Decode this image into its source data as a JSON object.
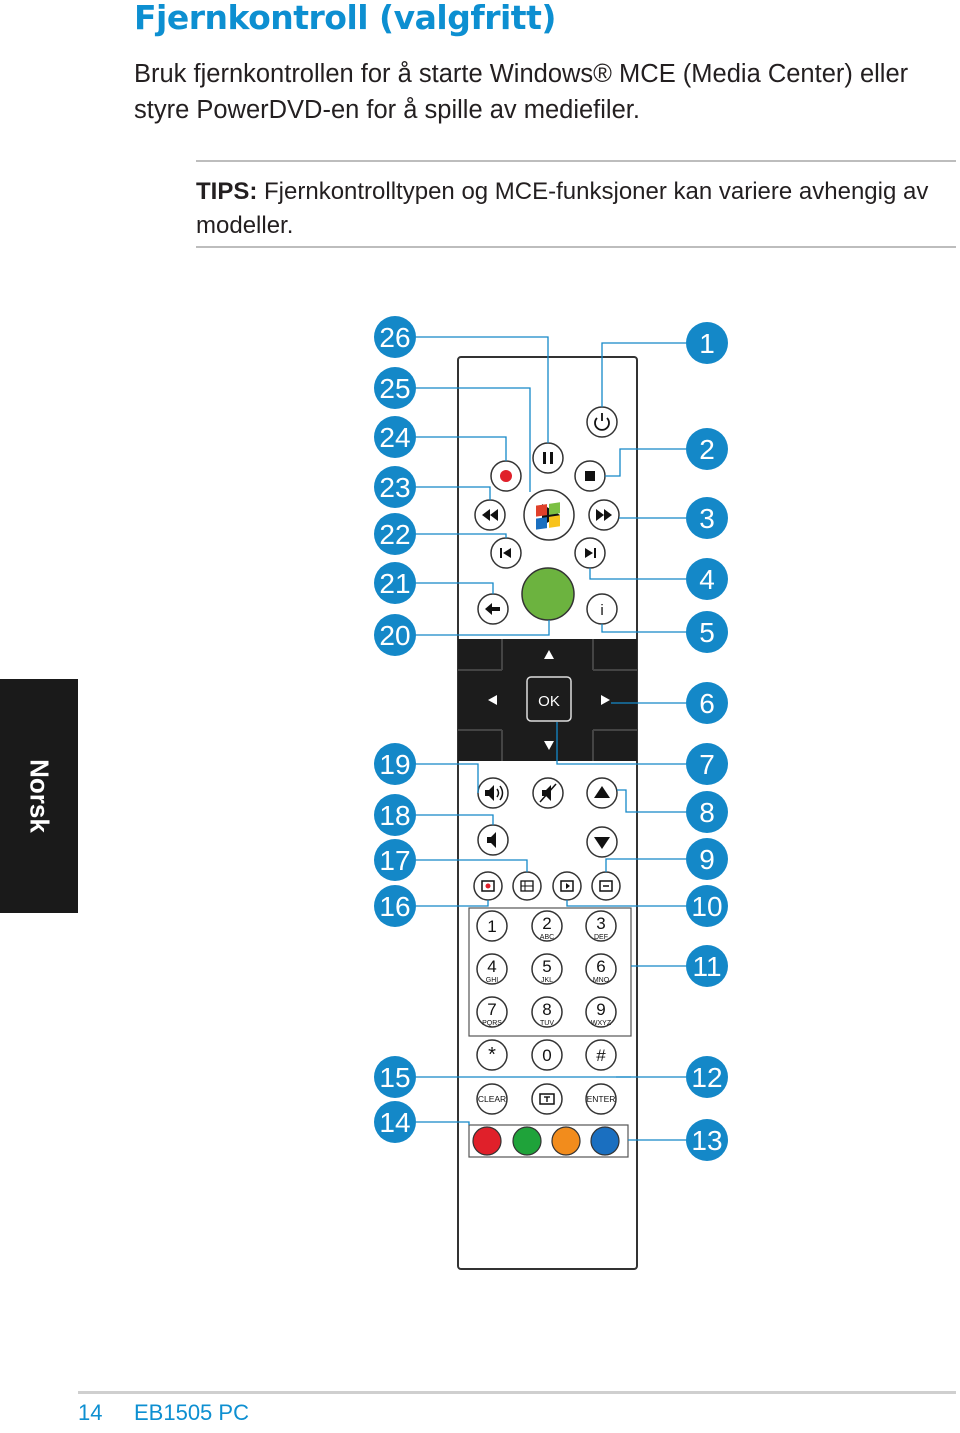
{
  "heading": "Fjernkontroll (valgfritt)",
  "intro": "Bruk fjernkontrollen for å starte Windows® MCE (Media Center) eller styre PowerDVD-en for å spille av mediefiler.",
  "tips": {
    "label": "TIPS:",
    "text": " Fjernkontrolltypen og MCE-funksjoner kan variere avhengig av modeller."
  },
  "side_tab": "Norsk",
  "footer": {
    "page": "14",
    "model": "EB1505 PC"
  },
  "callouts_left": [
    "26",
    "25",
    "24",
    "23",
    "22",
    "21",
    "20",
    "19",
    "18",
    "17",
    "16",
    "15",
    "14"
  ],
  "callouts_right": [
    "1",
    "2",
    "3",
    "4",
    "5",
    "6",
    "7",
    "8",
    "9",
    "10",
    "11",
    "12",
    "13"
  ],
  "remote": {
    "ok_label": "OK",
    "info_label": "i",
    "clear_label": "CLEAR",
    "enter_label": "ENTER",
    "keypad": [
      {
        "digit": "1",
        "letters": ""
      },
      {
        "digit": "2",
        "letters": "ABC"
      },
      {
        "digit": "3",
        "letters": "DEF"
      },
      {
        "digit": "4",
        "letters": "GHI"
      },
      {
        "digit": "5",
        "letters": "JKL"
      },
      {
        "digit": "6",
        "letters": "MNO"
      },
      {
        "digit": "7",
        "letters": "PQRS"
      },
      {
        "digit": "8",
        "letters": "TUV"
      },
      {
        "digit": "9",
        "letters": "WXYZ"
      },
      {
        "digit": "*",
        "letters": ""
      },
      {
        "digit": "0",
        "letters": ""
      },
      {
        "digit": "#",
        "letters": ""
      }
    ],
    "color_buttons": [
      "#e0202a",
      "#1fa33a",
      "#f28c1c",
      "#1a6fc0"
    ]
  },
  "colors": {
    "accent": "#0d8fd1",
    "callout": "#1488c8",
    "nav_pad": "#1c1c1c"
  }
}
